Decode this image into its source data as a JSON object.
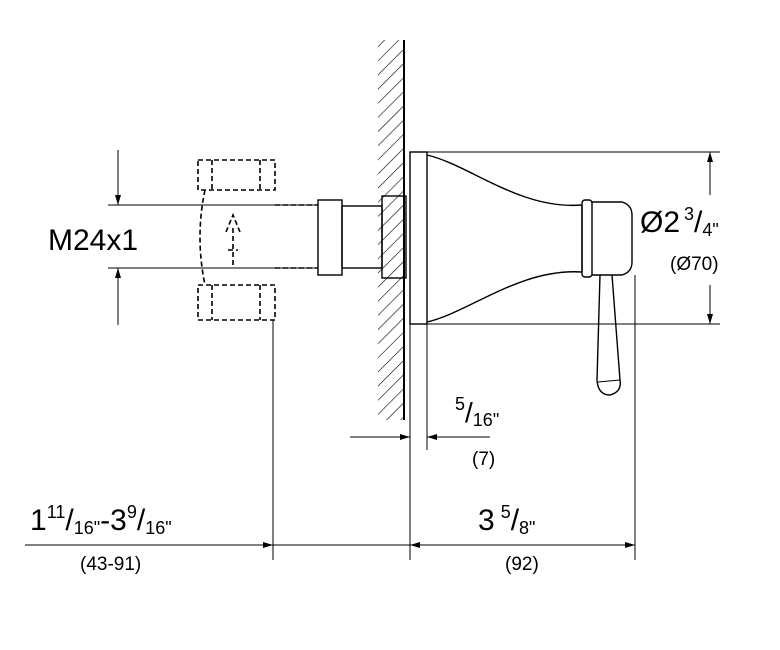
{
  "dimensions": {
    "thread": "M24x1",
    "diameter": {
      "symbol": "Ø2",
      "sup": "3",
      "sub": "4\"",
      "metric": "(Ø70)"
    },
    "wall_gap": {
      "sup": "5",
      "sub": "16\"",
      "metric": "(7)"
    },
    "depth_range": {
      "lead": "1",
      "sup1": "11",
      "sub1": "16\"",
      "dash": "-3",
      "sup2": "9",
      "sub2": "16\"",
      "metric": "(43-91)"
    },
    "projection": {
      "lead": "3",
      "sup": "5",
      "sub": "8\"",
      "metric": "(92)"
    }
  },
  "colors": {
    "line": "#000000",
    "background": "#ffffff"
  }
}
